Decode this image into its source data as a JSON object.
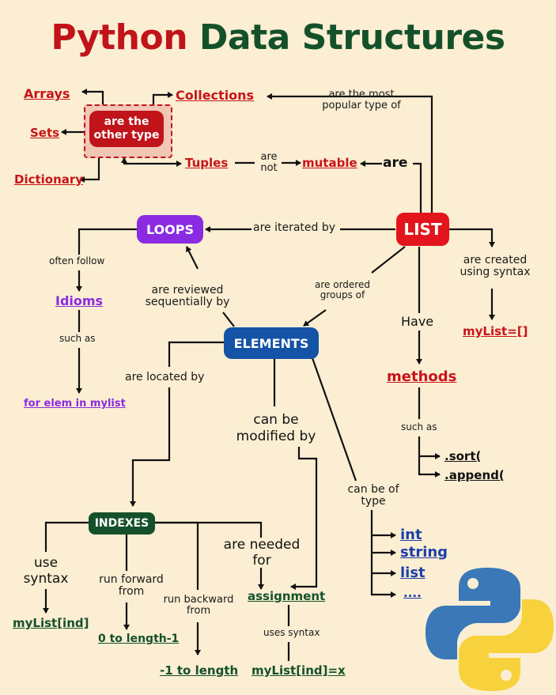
{
  "title": {
    "part1": "Python",
    "part2": "Data Structures"
  },
  "nodes": {
    "list": "LIST",
    "loops": "LOOPS",
    "elements": "ELEMENTS",
    "indexes": "INDEXES",
    "other_type": "are the other type"
  },
  "red_terms": {
    "arrays": "Arrays",
    "sets": "Sets",
    "dictionary": "Dictionary",
    "collections": "Collections",
    "tuples": "Tuples",
    "mutable": "mutable",
    "mylist_syntax": "myList=[]",
    "methods": "methods"
  },
  "purple_terms": {
    "idioms": "Idioms",
    "for_elem": "for elem in mylist"
  },
  "blue_terms": {
    "int": "int",
    "string": "string",
    "list": "list",
    "more": "...."
  },
  "green_terms": {
    "mylist_ind": "myList[ind]",
    "zero_to_length": "0 to length-1",
    "minus1_to_length": "-1 to length",
    "assignment": "assignment",
    "mylist_ind_x": "myList[ind]=x"
  },
  "methods_list": {
    "sort": ".sort(",
    "append": ".append("
  },
  "labels": {
    "most_popular": "are the most popular type of",
    "are_not": "are not",
    "are": "are",
    "iterated_by": "are iterated by",
    "created_using": "are created using syntax",
    "ordered_groups": "are ordered groups of",
    "have": "Have",
    "often_follow": "often follow",
    "such_as_1": "such as",
    "reviewed_seq": "are reviewed sequentially by",
    "located_by": "are located by",
    "modified_by": "can be modified by",
    "such_as_2": "such as",
    "type_of": "can be of type",
    "use_syntax": "use syntax",
    "run_forward": "run forward from",
    "run_backward": "run backward from",
    "needed_for": "are needed for",
    "uses_syntax": "uses syntax"
  },
  "colors": {
    "background": "#fbeed2",
    "title_red": "#c0141a",
    "title_green": "#14512a",
    "list_red": "#e3141c",
    "loops_purple": "#8a2be2",
    "elements_blue": "#1553a6",
    "indexes_green": "#14512a",
    "other_type_red": "#c0141a"
  },
  "icons": {
    "logo": "python-logo-icon"
  }
}
